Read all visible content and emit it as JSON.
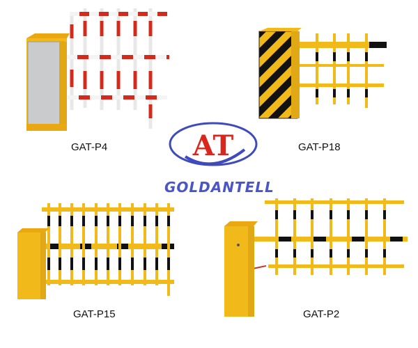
{
  "products": [
    {
      "model": "GAT-P4"
    },
    {
      "model": "GAT-P18"
    },
    {
      "model": "GAT-P15"
    },
    {
      "model": "GAT-P2"
    }
  ],
  "logo": {
    "monogram": "AT",
    "wordmark": "GOLDANTELL"
  },
  "colors": {
    "cabinet_yellow": "#f2b91a",
    "cabinet_silver": "#c9cbcc",
    "arm_red": "#d42a1c",
    "arm_white": "#f4f4f4",
    "arm_black": "#111111",
    "logo_red": "#d8281e",
    "logo_blue": "#3f4bbd"
  },
  "icons": [
    "gate-barrier-image",
    "brand-logo"
  ]
}
